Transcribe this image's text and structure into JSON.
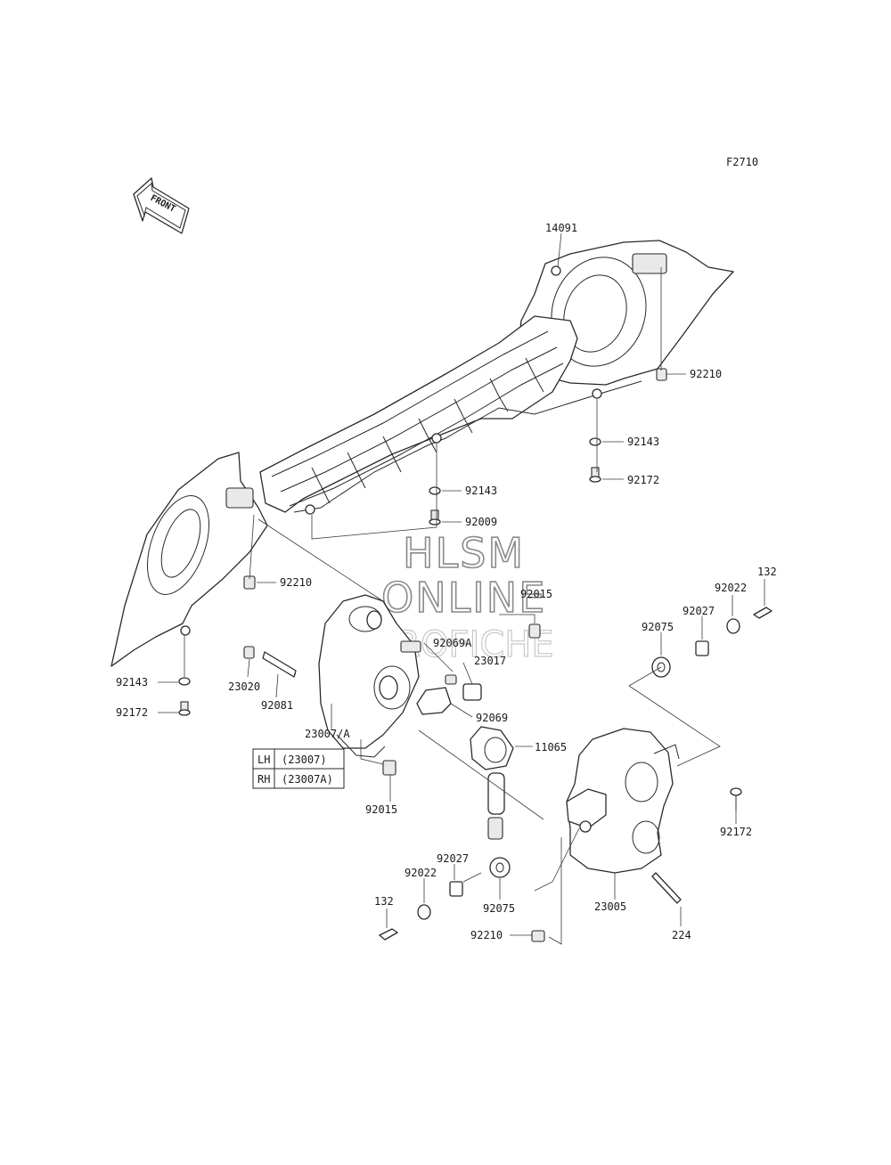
{
  "figure_code": "F2710",
  "front_arrow_label": "FRONT",
  "watermark": [
    "HLSM",
    "ONLINE",
    "MICROFICHE"
  ],
  "legend": {
    "rows": [
      {
        "side": "LH",
        "part": "(23007)"
      },
      {
        "side": "RH",
        "part": "(23007A)"
      }
    ]
  },
  "callouts": [
    "14091",
    "92210",
    "92143",
    "92172",
    "92143",
    "92009",
    "92210",
    "92015",
    "92069A",
    "23017",
    "92143",
    "92172",
    "23020",
    "92081",
    "92069",
    "11065",
    "23007/A",
    "92015",
    "132",
    "92022",
    "92027",
    "92075",
    "92172",
    "92027",
    "92022",
    "92075",
    "132",
    "23005",
    "224",
    "92210"
  ]
}
